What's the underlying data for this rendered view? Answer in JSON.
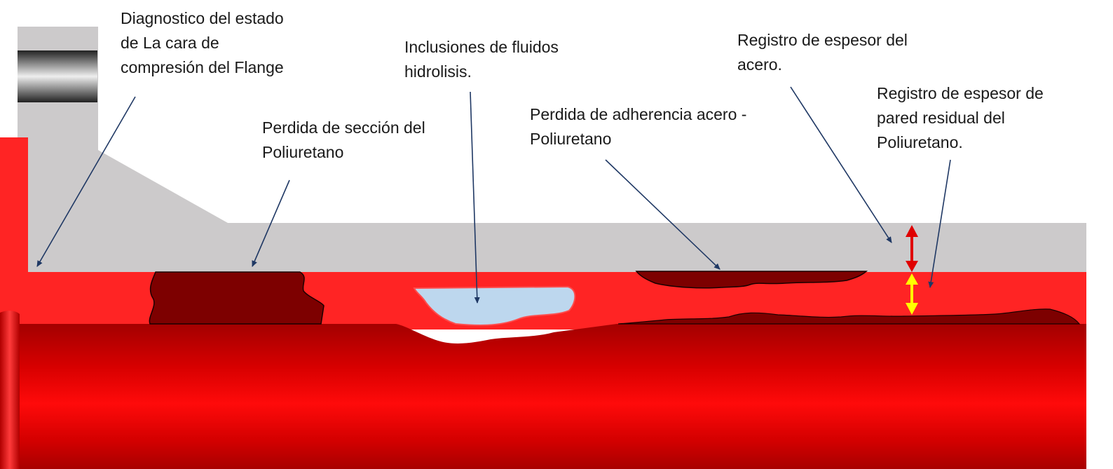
{
  "labels": {
    "flange_face": [
      "Diagnostico del estado",
      "de La cara de",
      "compresión del Flange"
    ],
    "section_loss": [
      "Perdida de sección del",
      "Poliuretano"
    ],
    "fluid_inclusions": [
      "Inclusiones de fluidos",
      "hidrolisis."
    ],
    "adhesion_loss": [
      "Perdida de adherencia acero -",
      "Poliuretano"
    ],
    "steel_thickness": [
      "Registro de espesor del",
      "acero."
    ],
    "residual_wall": [
      "Registro de espesor de",
      "pared residual del",
      "Poliuretano."
    ]
  },
  "colors": {
    "steel": "#cccacb",
    "polyurethane": "#ff2424",
    "pipe_body": "#cc0000",
    "defect": "#7d0000",
    "fluid": "#bdd7ee",
    "pointer": "#1f3864",
    "steel_arrow": "#e00000",
    "residual_arrow": "#ffff00"
  }
}
